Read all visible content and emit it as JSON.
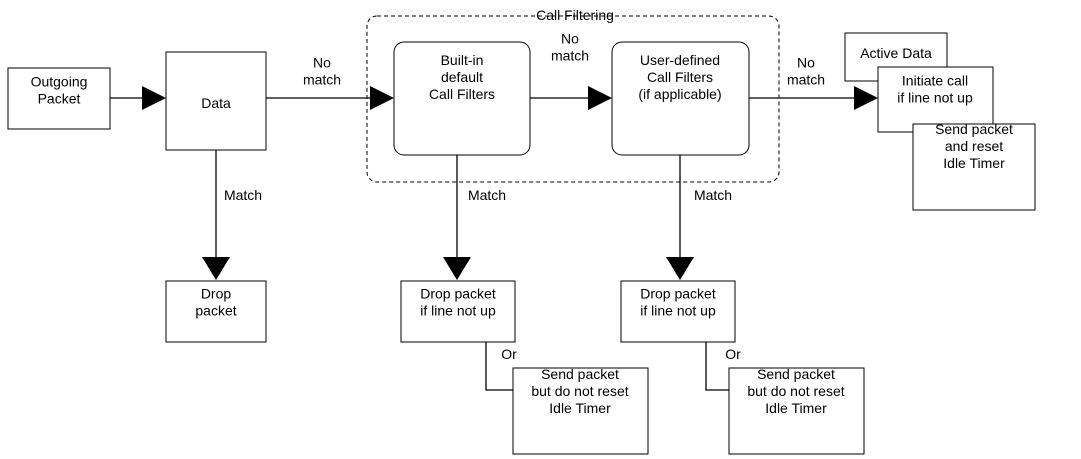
{
  "group": {
    "title": "Call Filtering"
  },
  "nodes": {
    "outgoing": [
      "Outgoing",
      "Packet"
    ],
    "data": [
      "Data"
    ],
    "builtin": [
      "Built-in",
      "default",
      "Call Filters"
    ],
    "userdef": [
      "User-defined",
      "Call Filters",
      "(if applicable)"
    ],
    "active": [
      "Active Data"
    ],
    "initiate": [
      "Initiate call",
      "if line not up"
    ],
    "send_reset": [
      "Send packet",
      "and reset",
      "Idle Timer"
    ],
    "drop": [
      "Drop",
      "packet"
    ],
    "drop1": [
      "Drop packet",
      "if line not up"
    ],
    "send_noreset1": [
      "Send packet",
      "but do not reset",
      "Idle Timer"
    ],
    "drop2": [
      "Drop packet",
      "if line not up"
    ],
    "send_noreset2": [
      "Send packet",
      "but do not reset",
      "Idle Timer"
    ]
  },
  "edges": {
    "data_nomatch": [
      "No",
      "match"
    ],
    "builtin_nomatch": [
      "No",
      "match"
    ],
    "userdef_nomatch": [
      "No",
      "match"
    ],
    "data_match": [
      "Match"
    ],
    "builtin_match": [
      "Match"
    ],
    "userdef_match": [
      "Match"
    ],
    "or1": [
      "Or"
    ],
    "or2": [
      "Or"
    ]
  }
}
